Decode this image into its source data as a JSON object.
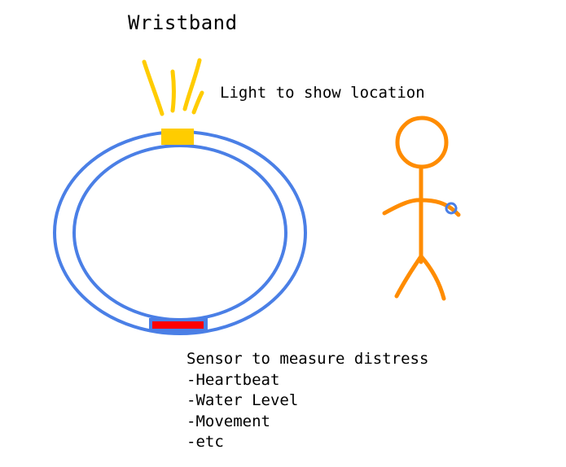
{
  "title": "Wristband",
  "light_label": "Light to show location",
  "sensor": {
    "heading": "Sensor to measure distress",
    "items": [
      "-Heartbeat",
      "-Water Level",
      "-Movement",
      "-etc"
    ]
  },
  "colors": {
    "band": "#4a7fe6",
    "light": "#ffcc00",
    "sensor": "#ff0000",
    "figure": "#ff8c00"
  }
}
